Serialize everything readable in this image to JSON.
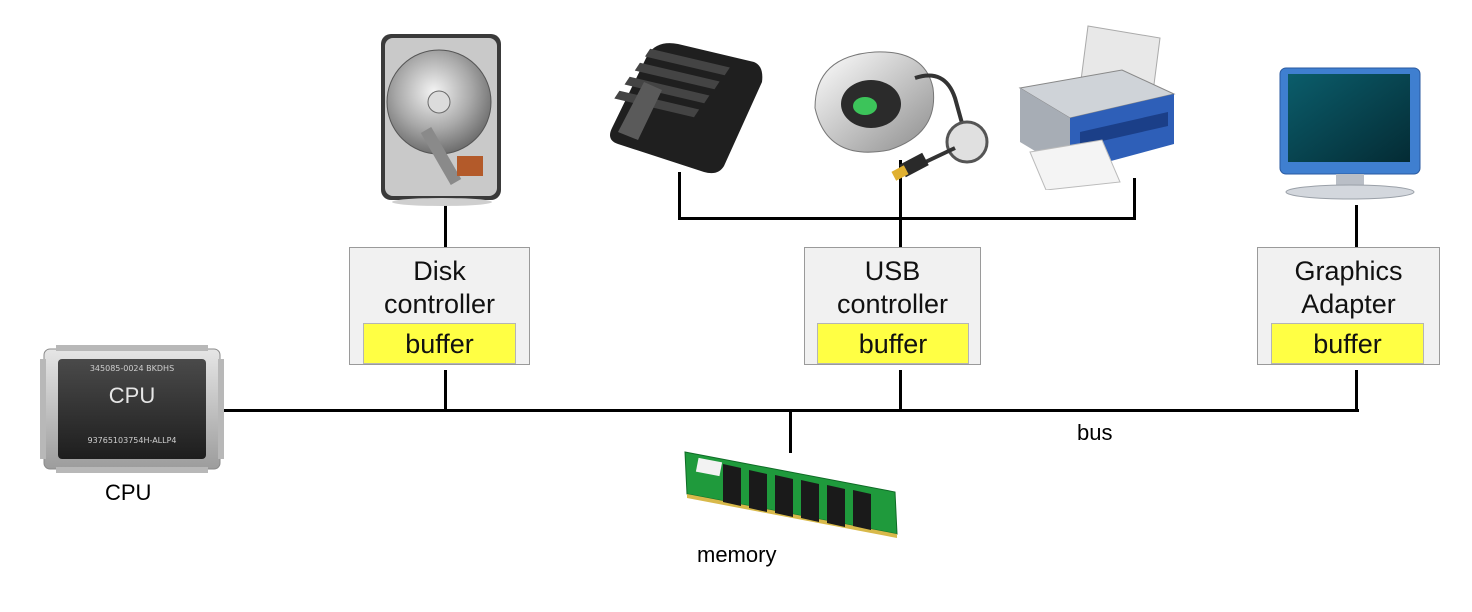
{
  "controllers": [
    {
      "line1": "Disk",
      "line2": "controller",
      "buffer": "buffer"
    },
    {
      "line1": "USB",
      "line2": "controller",
      "buffer": "buffer"
    },
    {
      "line1": "Graphics",
      "line2": "Adapter",
      "buffer": "buffer"
    }
  ],
  "labels": {
    "cpu": "CPU",
    "cpu_chip_text": "CPU",
    "memory": "memory",
    "bus": "bus"
  },
  "icons": {
    "cpu": "cpu-chip-icon",
    "memory": "ram-module-icon",
    "disk": "hard-disk-icon",
    "keyboard": "keyboard-icon",
    "mouse": "mouse-icon",
    "printer": "printer-icon",
    "monitor": "monitor-icon"
  },
  "colors": {
    "buffer": "#ffff44",
    "controller": "#f1f1f1",
    "wire": "#000000"
  }
}
